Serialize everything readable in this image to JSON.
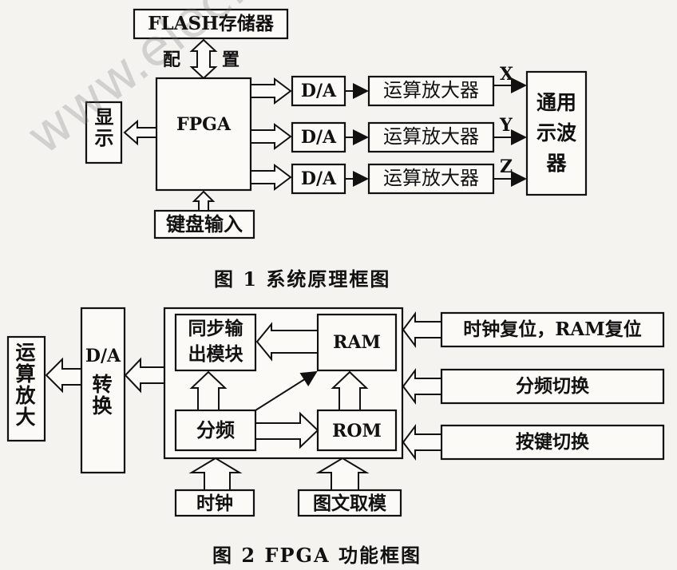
{
  "figure1": {
    "caption": "图 1   系统原理框图",
    "flash": "FLASH存储器",
    "config_left": "配",
    "config_right": "置",
    "fpga": "FPGA",
    "display": "显示",
    "keyboard": "键盘输入",
    "da": [
      "D/A",
      "D/A",
      "D/A"
    ],
    "opamp": [
      "运算放大器",
      "运算放大器",
      "运算放大器"
    ],
    "channels": [
      "X",
      "Y",
      "Z"
    ],
    "scope": "通用示波器"
  },
  "figure2": {
    "caption": "图 2   FPGA 功能框图",
    "opamp": "运算放大",
    "da_convert": "D/A转换",
    "sync_output": [
      "同步输",
      "出模块"
    ],
    "ram": "RAM",
    "rom": "ROM",
    "divider": "分频",
    "clock": "时钟",
    "image_font": "图文取模",
    "inputs": [
      "时钟复位，RAM复位",
      "分频切换",
      "按键切换"
    ]
  },
  "watermark": "www.elecfans.com"
}
